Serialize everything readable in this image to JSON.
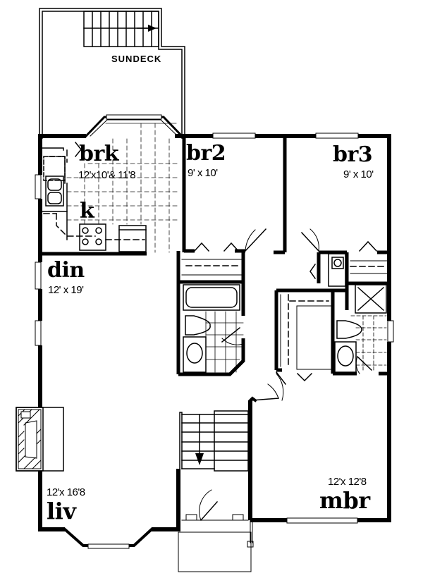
{
  "plan": {
    "type": "residential floor plan",
    "colors": {
      "ink": "#000000",
      "paper": "#ffffff"
    },
    "exterior": {
      "sundeck": {
        "label": "SUNDECK"
      }
    },
    "rooms": [
      {
        "id": "brk",
        "label": "brk",
        "dimensions": "12'x10'& 11'8"
      },
      {
        "id": "k",
        "label": "k",
        "dimensions": ""
      },
      {
        "id": "br2",
        "label": "br2",
        "dimensions": "9' x 10'"
      },
      {
        "id": "br3",
        "label": "br3",
        "dimensions": "9' x 10'"
      },
      {
        "id": "din",
        "label": "din",
        "dimensions": "12' x 19'"
      },
      {
        "id": "liv",
        "label": "liv",
        "dimensions": "12'x 16'8"
      },
      {
        "id": "mbr",
        "label": "mbr",
        "dimensions": "12'x 12'8"
      }
    ],
    "symbols": [
      "stair-up-arrow-icon",
      "stair-down-arrow-icon",
      "fireplace-icon",
      "bathtub-icon",
      "toilet-icon",
      "sink-icon",
      "shower-icon",
      "stove-icon",
      "double-sink-icon",
      "washer-icon"
    ]
  }
}
